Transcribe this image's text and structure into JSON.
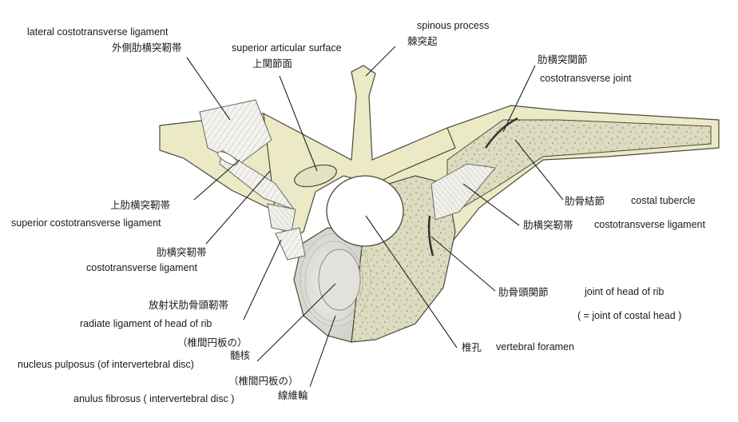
{
  "labels": {
    "lateral_ct_ligament": {
      "en": "lateral costotransverse ligament",
      "ja": "外側肋横突靭帯"
    },
    "spinous_process": {
      "en": "spinous process",
      "ja": "棘突起"
    },
    "superior_articular_surface": {
      "en": "superior articular surface",
      "ja": "上関節面"
    },
    "costotransverse_joint": {
      "ja": "肋横突関節",
      "en": "costotransverse joint"
    },
    "costal_tubercle": {
      "ja": "肋骨結節",
      "en": "costal tubercle"
    },
    "ct_ligament_right": {
      "ja": "肋横突靭帯",
      "en": "costotransverse ligament"
    },
    "superior_ct_ligament": {
      "ja": "上肋横突靭帯",
      "en": "superior costotransverse ligament"
    },
    "ct_ligament_left": {
      "ja": "肋横突靭帯",
      "en": "costotransverse ligament"
    },
    "joint_head_of_rib": {
      "ja": "肋骨頭関節",
      "en": "joint of head of rib",
      "note": "( = joint of costal head )"
    },
    "radiate_ligament": {
      "ja": "放射状肋骨頭靭帯",
      "en": "radiate ligament of head of rib"
    },
    "vertebral_foramen": {
      "ja": "椎孔",
      "en": "vertebral foramen"
    },
    "nucleus_pulposus": {
      "ja_prefix": "（椎間円板の）",
      "ja": "髄核",
      "en": "nucleus pulposus (of intervertebral disc)"
    },
    "anulus_fibrosus": {
      "ja_prefix": "（椎間円板の）",
      "ja": "線維輪",
      "en": "anulus fibrosus ( intervertebral disc )"
    }
  },
  "colors": {
    "bone_fill": "#ece9c7",
    "bone_outline": "#4a4a3a",
    "cancellous_fill": "#dedcc0",
    "disc_fill": "#e6e6e2",
    "ligament_fill": "#efefea",
    "leader_line": "#222222"
  }
}
